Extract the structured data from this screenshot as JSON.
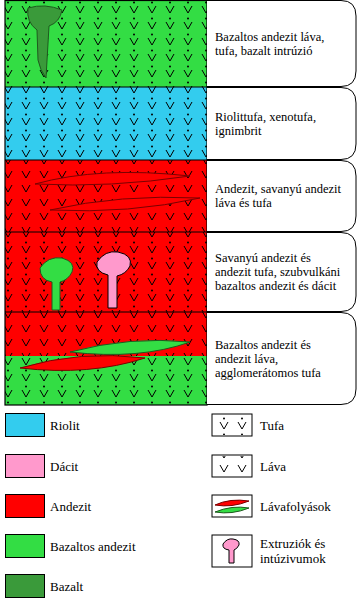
{
  "diagram": {
    "nodes": [
      {
        "text": [
          "Bazaltos andezit láva, tufa, bazalt intrúzió"
        ]
      },
      {
        "text": [
          "Riolittufa, xenotufa, ignimbrit"
        ]
      },
      {
        "text": [
          "Andezit, savanyú andezit láva és tufa"
        ]
      },
      {
        "text": [
          "Savanyú andezit és andezit tufa, szubvulkáni bazaltos andezit és dácit"
        ]
      },
      {
        "text": [
          "Bazaltos andezit és andezit láva, agglomerátomos tufa"
        ]
      }
    ],
    "legend": [
      {
        "text": "Riolit",
        "color": "#33ccee"
      },
      {
        "text": "Dácit",
        "color": "#ff99cc"
      },
      {
        "text": "Andezit",
        "color": "#ff0000"
      },
      {
        "text": "Bazaltos andezit",
        "color": "#33dd44"
      },
      {
        "text": "Bazalt",
        "color": "#3a9a3a"
      },
      {
        "text": "Tufa"
      },
      {
        "text": "Láva"
      },
      {
        "text": "Lávafolyások"
      },
      {
        "text": "Extruziók és intúzivumok"
      }
    ]
  }
}
